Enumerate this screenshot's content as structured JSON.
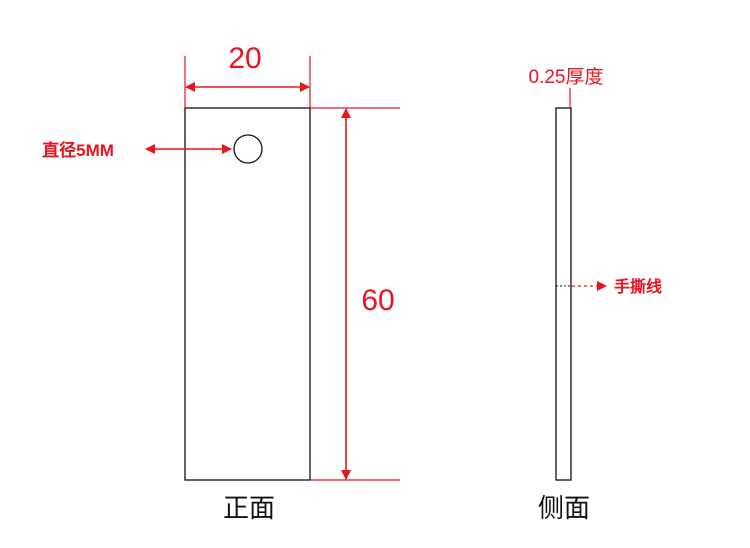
{
  "colors": {
    "annotation": "#e8141e",
    "outline": "#111111",
    "background": "#ffffff"
  },
  "front_view": {
    "width_label": "20",
    "height_label": "60",
    "hole_label": "直径5MM",
    "view_label": "正面"
  },
  "side_view": {
    "thickness_label": "0.25厚度",
    "tear_line_label": "手撕线",
    "view_label": "侧面"
  }
}
